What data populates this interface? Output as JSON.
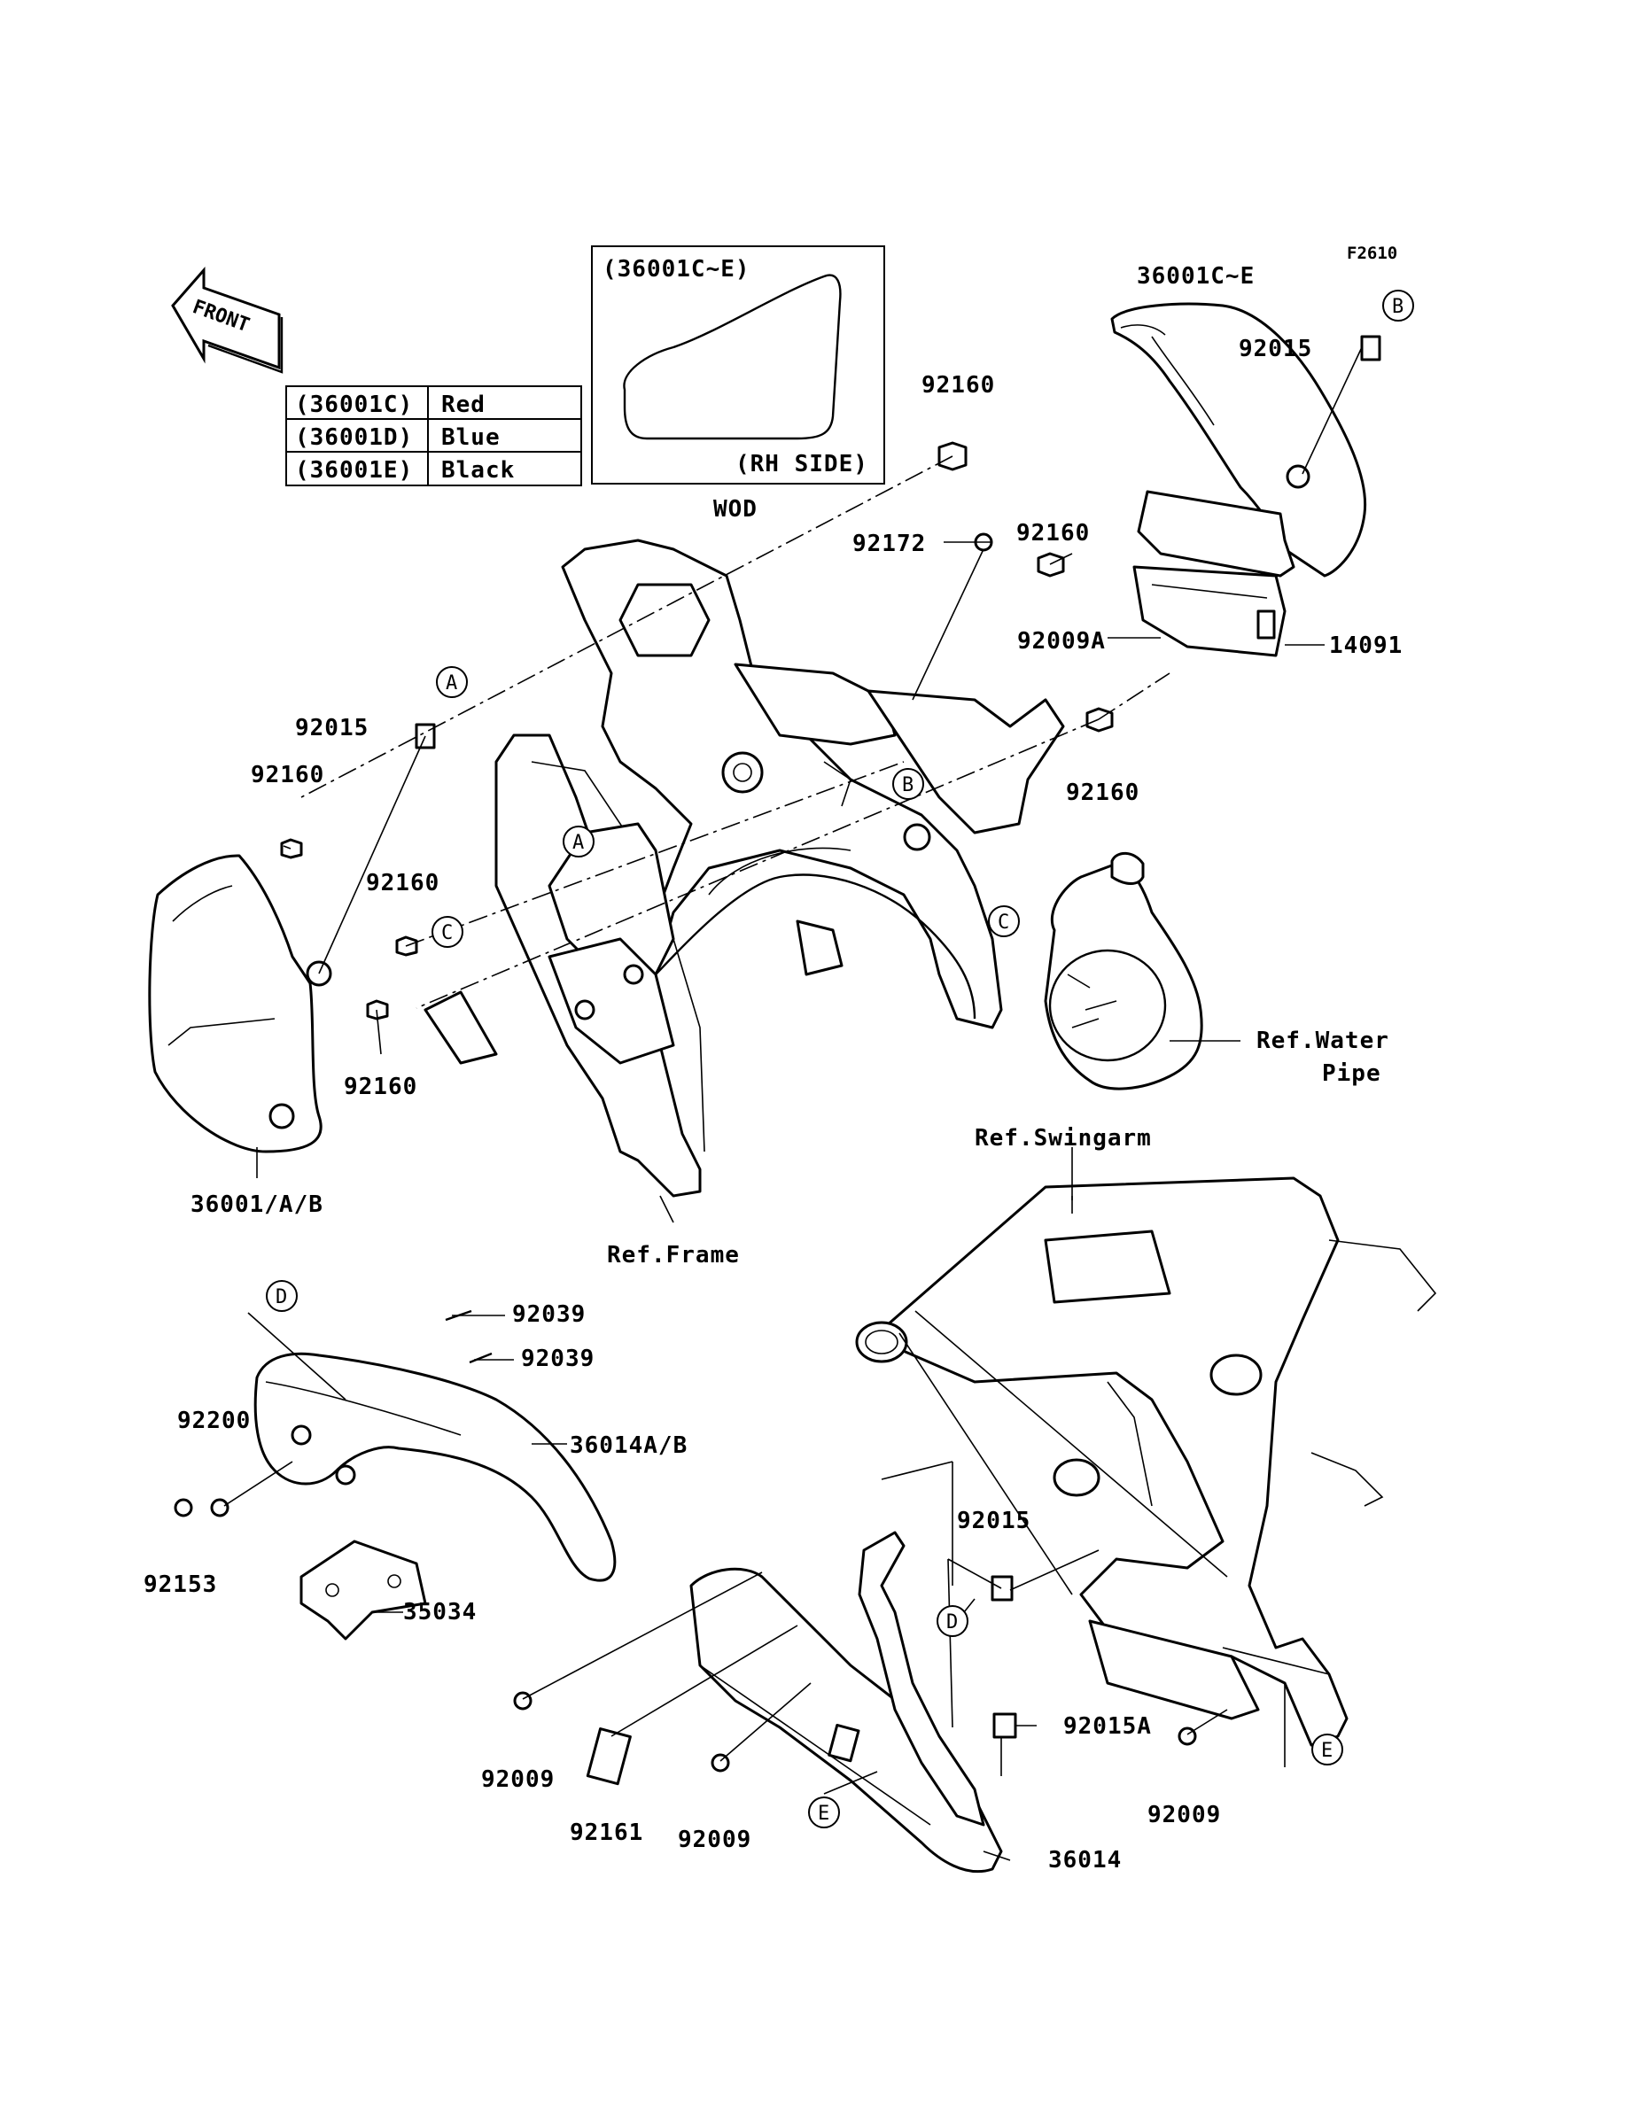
{
  "figure_code": "F2610",
  "direction_arrow": "FRONT",
  "color_table": [
    {
      "code": "(36001C)",
      "color": "Red"
    },
    {
      "code": "(36001D)",
      "color": "Blue"
    },
    {
      "code": "(36001E)",
      "color": "Black"
    }
  ],
  "inset": {
    "title": "(36001C~E)",
    "side": "(RH SIDE)"
  },
  "variant_note": "WOD",
  "part_labels": {
    "p36001CE": "36001C~E",
    "p92015_top": "92015",
    "p92160_a": "92160",
    "p92172": "92172",
    "p92160_b": "92160",
    "p92009A": "92009A",
    "p14091": "14091",
    "p92160_c": "92160",
    "p92015_left": "92015",
    "p92160_d": "92160",
    "p92160_e": "92160",
    "p92160_f": "92160",
    "p36001AB": "36001/A/B",
    "ref_frame": "Ref.Frame",
    "ref_water_pipe_1": "Ref.Water",
    "ref_water_pipe_2": "Pipe",
    "ref_swingarm": "Ref.Swingarm",
    "p92039_a": "92039",
    "p92039_b": "92039",
    "p36014AB": "36014A/B",
    "p92200": "92200",
    "p92153": "92153",
    "p35034": "35034",
    "p92015_bottom": "92015",
    "p92015A": "92015A",
    "p92009_a": "92009",
    "p92161": "92161",
    "p92009_b": "92009",
    "p92009_c": "92009",
    "p36014": "36014"
  },
  "callouts": {
    "A": "A",
    "B": "B",
    "C": "C",
    "D": "D",
    "E": "E"
  }
}
